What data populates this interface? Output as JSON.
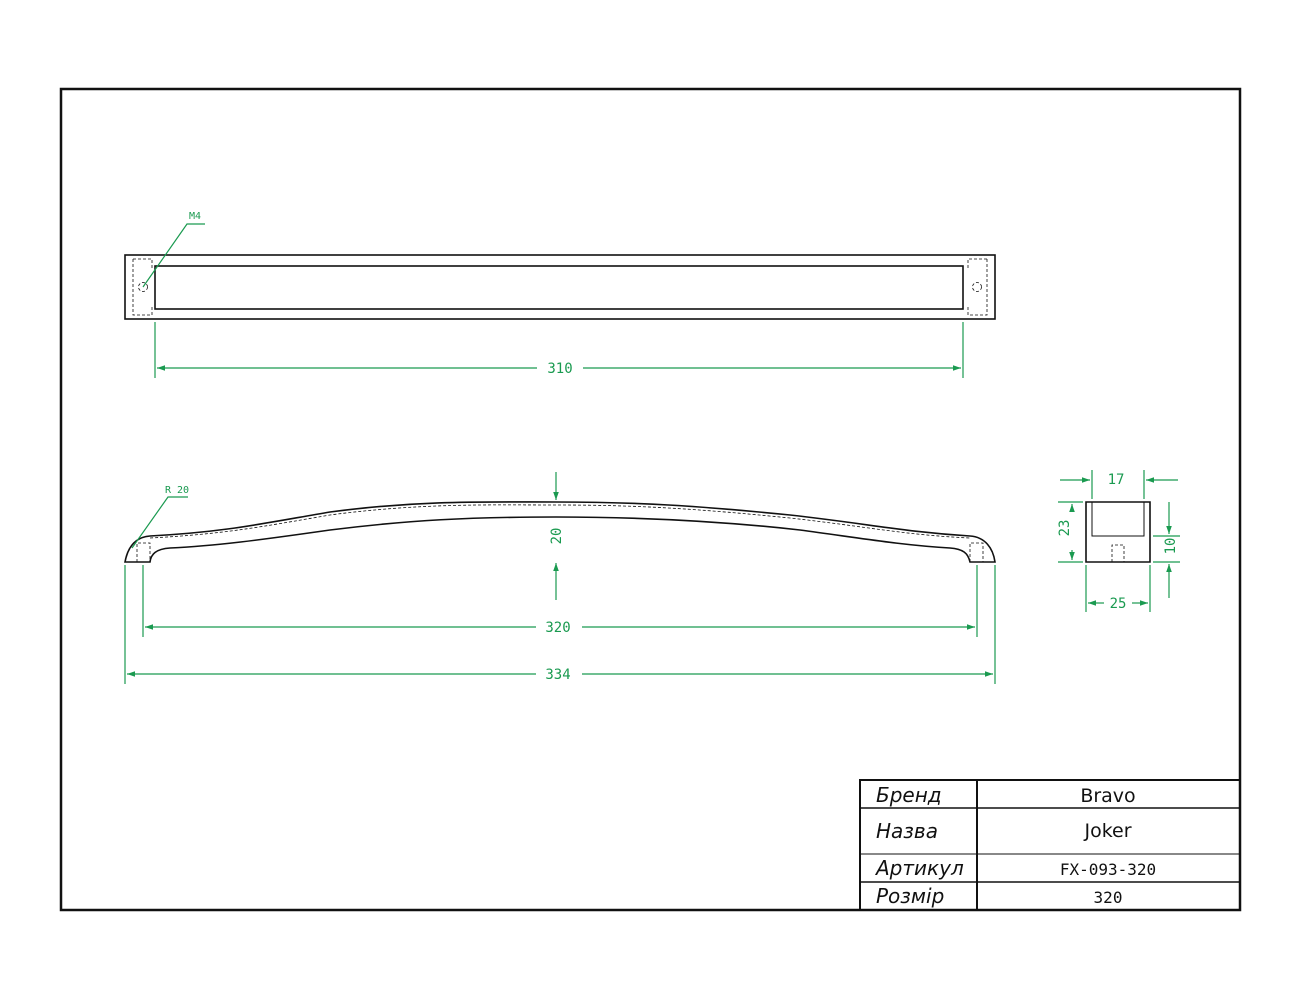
{
  "dimensions": {
    "top_length": "310",
    "thread_label": "M4",
    "radius_label": "R 20",
    "arc_height": "20",
    "centers": "320",
    "overall": "334",
    "section_top": "17",
    "section_height": "23",
    "section_depth": "10",
    "section_width": "25"
  },
  "title_block": {
    "rows": [
      {
        "label": "Бренд",
        "value": "Bravo"
      },
      {
        "label": "Назва",
        "value": "Joker"
      },
      {
        "label": "Артикул",
        "value": "FX-093-320"
      },
      {
        "label": "Розмір",
        "value": "320"
      }
    ]
  },
  "colors": {
    "dimension": "#1a9a50",
    "outline": "#111111"
  }
}
